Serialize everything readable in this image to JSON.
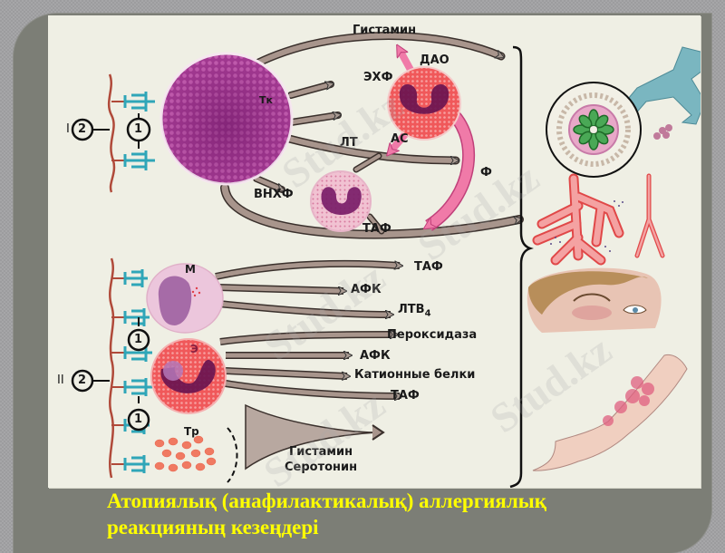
{
  "slide": {
    "title_line1": "Атопиялық (анафилактикалық) аллергиялық",
    "title_line2": "реакцияның кезеңдері",
    "title_color": "#ffff00",
    "background_color": "#7c7e76",
    "card_color": "#efefe4"
  },
  "diagram": {
    "stage_I": {
      "roman": "I",
      "step2": "2",
      "step1": "1"
    },
    "stage_II": {
      "roman": "II",
      "step2": "2",
      "step1_top": "1",
      "step1_bottom": "1"
    },
    "cells": {
      "mast_cell": "Тк",
      "basophil_top": "",
      "macrophage": "М",
      "eosinophil": "Э",
      "platelets": "Тр"
    },
    "stage_I_mediators": {
      "histamine": "Гистамин",
      "ecf": "ЭХФ",
      "dao": "ДАО",
      "lt": "ЛТ",
      "as": "АС",
      "f": "Ф",
      "vnhf": "ВНХФ",
      "taf": "ТАФ"
    },
    "stage_II_mediators": {
      "taf1": "ТАФ",
      "afk1": "АФК",
      "ltb4": "ЛТВ",
      "ltb4_sub": "4",
      "peroxidase": "Пероксидаза",
      "afk2": "АФК",
      "cationic_proteins": "Катионные  белки",
      "taf2": "ТАФ",
      "histamine": "Гистамин",
      "serotonin": "Серотонин"
    },
    "effects": [
      "bronchus-illustration",
      "blood-vessels-illustration",
      "swollen-eye-illustration",
      "urticaria-arm-illustration"
    ]
  },
  "watermark": "Stud.kz"
}
